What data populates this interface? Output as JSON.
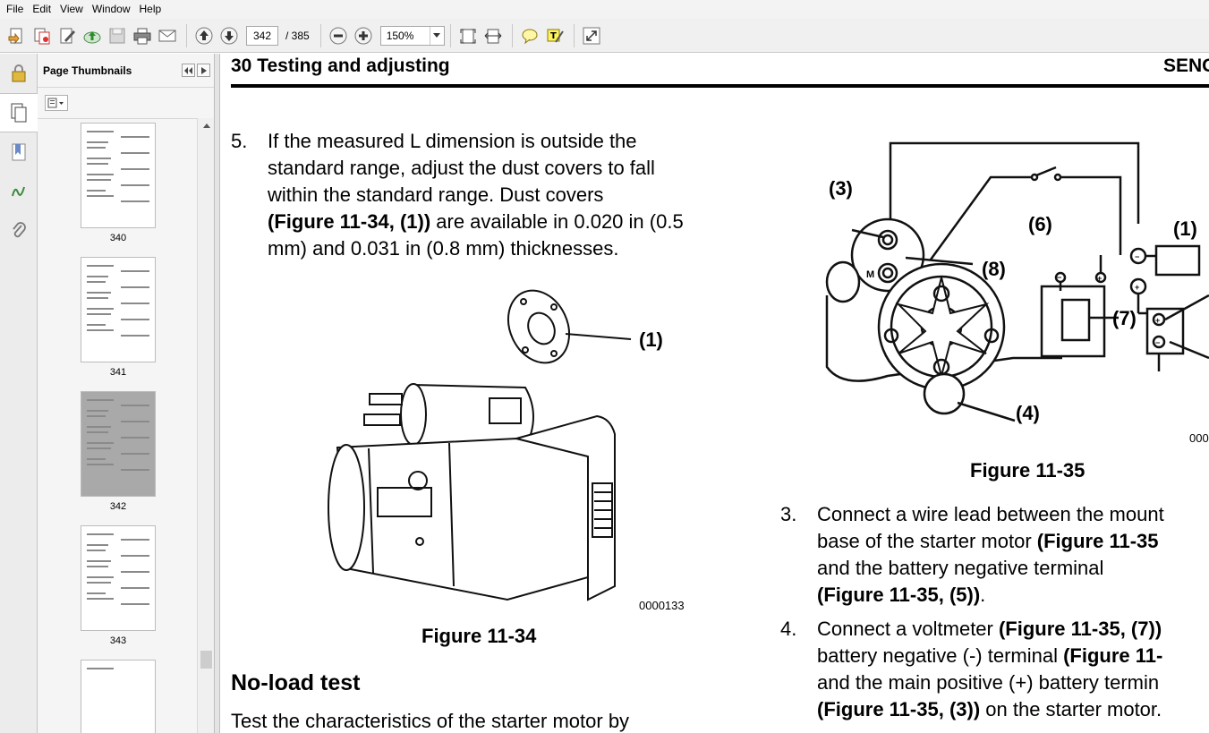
{
  "menu": [
    "File",
    "Edit",
    "View",
    "Window",
    "Help"
  ],
  "toolbar": {
    "page_current": "342",
    "page_total": "/ 385",
    "zoom": "150%",
    "icons": [
      "create-pdf-icon",
      "combine-icon",
      "edit-icon",
      "upload-icon",
      "save-icon",
      "print-icon",
      "email-icon",
      "page-up-icon",
      "page-down-icon",
      "zoom-out-icon",
      "zoom-in-icon",
      "fit-page-icon",
      "fit-width-icon",
      "comment-icon",
      "highlight-icon",
      "expand-icon"
    ]
  },
  "thumbnails": {
    "title": "Page Thumbnails",
    "pages": [
      "340",
      "341",
      "342",
      "343"
    ],
    "selected": "342"
  },
  "doc": {
    "header_left": "30 Testing and adjusting",
    "header_right": "SENG",
    "step5": {
      "num": "5.",
      "line1": "If the measured L dimension is outside the",
      "line2": "standard range, adjust the dust covers to fall",
      "line3": "within the standard range. Dust covers",
      "line4_bold": "(Figure 11-34, (1))",
      "line4_rest": " are available in 0.020 in (0.5",
      "line5": "mm) and 0.031 in (0.8 mm) thicknesses."
    },
    "fig34": {
      "callout1": "(1)",
      "code": "0000133",
      "caption": "Figure 11-34"
    },
    "fig35": {
      "callouts": [
        "(3)",
        "(6)",
        "(1)",
        "(8)",
        "(7)",
        "(4)"
      ],
      "motor_letter": "M",
      "code": "000",
      "caption": "Figure 11-35"
    },
    "noload_heading": "No-load test",
    "noload_text": "Test the characteristics of the starter motor by",
    "step3": {
      "num": "3.",
      "line1": "Connect a wire lead between the mount",
      "line2_a": "base of the starter motor ",
      "line2_b": "(Figure 11-35",
      "line3": "and the battery negative terminal",
      "line4_bold": "(Figure 11-35, (5))",
      "line4_rest": "."
    },
    "step4": {
      "num": "4.",
      "line1_a": "Connect a voltmeter ",
      "line1_b": "(Figure 11-35, (7))",
      "line2_a": "battery negative (-) terminal ",
      "line2_b": "(Figure 11-",
      "line3": "and the main positive (+) battery termin",
      "line4_bold": "(Figure 11-35, (3))",
      "line4_rest": " on the starter motor."
    }
  }
}
